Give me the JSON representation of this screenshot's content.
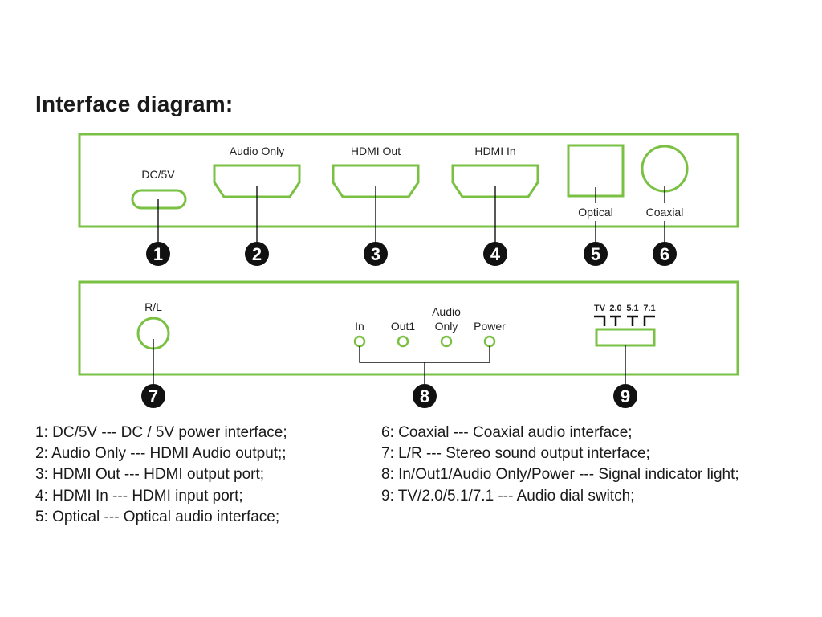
{
  "heading": "Interface diagram:",
  "colors": {
    "panel": "#7ac143",
    "port": "#7ac143",
    "line": "#111111",
    "marker": "#111111"
  },
  "front_panel": {
    "ports": [
      {
        "num": "1",
        "label": "DC/5V"
      },
      {
        "num": "2",
        "label": "Audio Only"
      },
      {
        "num": "3",
        "label": "HDMI Out"
      },
      {
        "num": "4",
        "label": "HDMI In"
      },
      {
        "num": "5",
        "label": "Optical"
      },
      {
        "num": "6",
        "label": "Coaxial"
      }
    ]
  },
  "back_panel": {
    "rl_label": "R/L",
    "rl_num": "7",
    "leds": [
      "In",
      "Out1",
      "Audio Only",
      "Power"
    ],
    "led_audio_line1": "Audio",
    "led_audio_line2": "Only",
    "leds_num": "8",
    "switch_positions": [
      "TV",
      "2.0",
      "5.1",
      "7.1"
    ],
    "switch_num": "9"
  },
  "legend": {
    "left": [
      "1:  DC/5V --- DC / 5V power interface;",
      "2:  Audio Only --- HDMI Audio output;;",
      "3:  HDMI Out --- HDMI output port;",
      "4: HDMI In --- HDMI input port;",
      "5:  Optical --- Optical audio interface;"
    ],
    "right": [
      "6:  Coaxial --- Coaxial audio interface;",
      "7:  L/R --- Stereo sound output interface;",
      "8:  In/Out1/Audio Only/Power --- Signal indicator light;",
      "9: TV/2.0/5.1/7.1 --- Audio dial switch;"
    ]
  }
}
